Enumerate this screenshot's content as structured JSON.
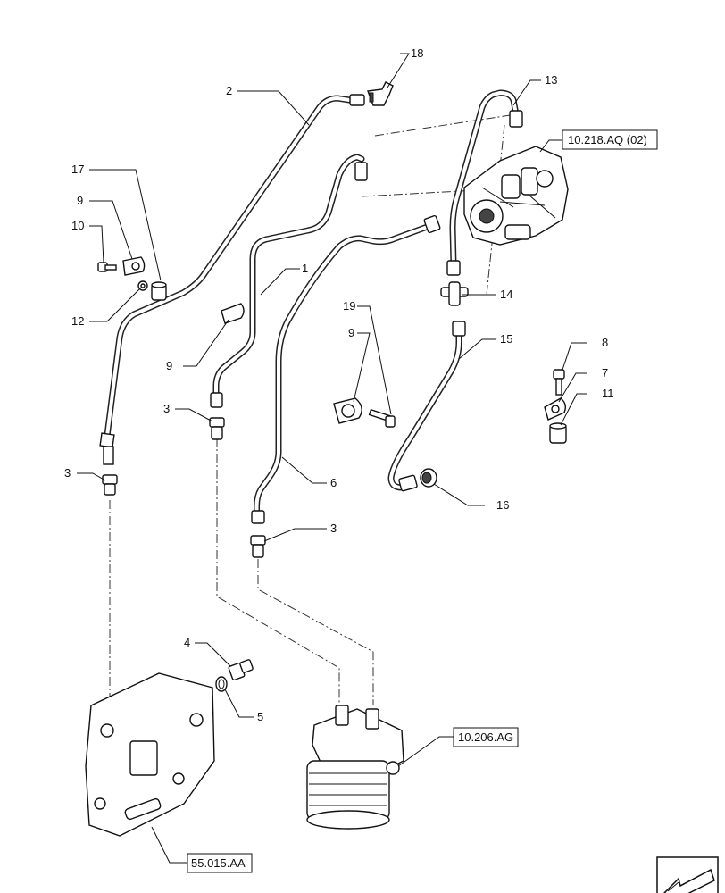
{
  "callouts": {
    "c1": "1",
    "c2": "2",
    "c3a": "3",
    "c3b": "3",
    "c3c": "3",
    "c4": "4",
    "c5": "5",
    "c6": "6",
    "c7": "7",
    "c8": "8",
    "c9a": "9",
    "c9b": "9",
    "c9c": "9",
    "c10": "10",
    "c11": "11",
    "c12": "12",
    "c13": "13",
    "c14": "14",
    "c15": "15",
    "c16": "16",
    "c17": "17",
    "c18": "18",
    "c19": "19"
  },
  "references": {
    "pump": "10.218.AQ (02)",
    "filter": "10.206.AG",
    "plate": "55.015.AA"
  },
  "icons": {
    "corner": "navigation-arrow-icon"
  }
}
